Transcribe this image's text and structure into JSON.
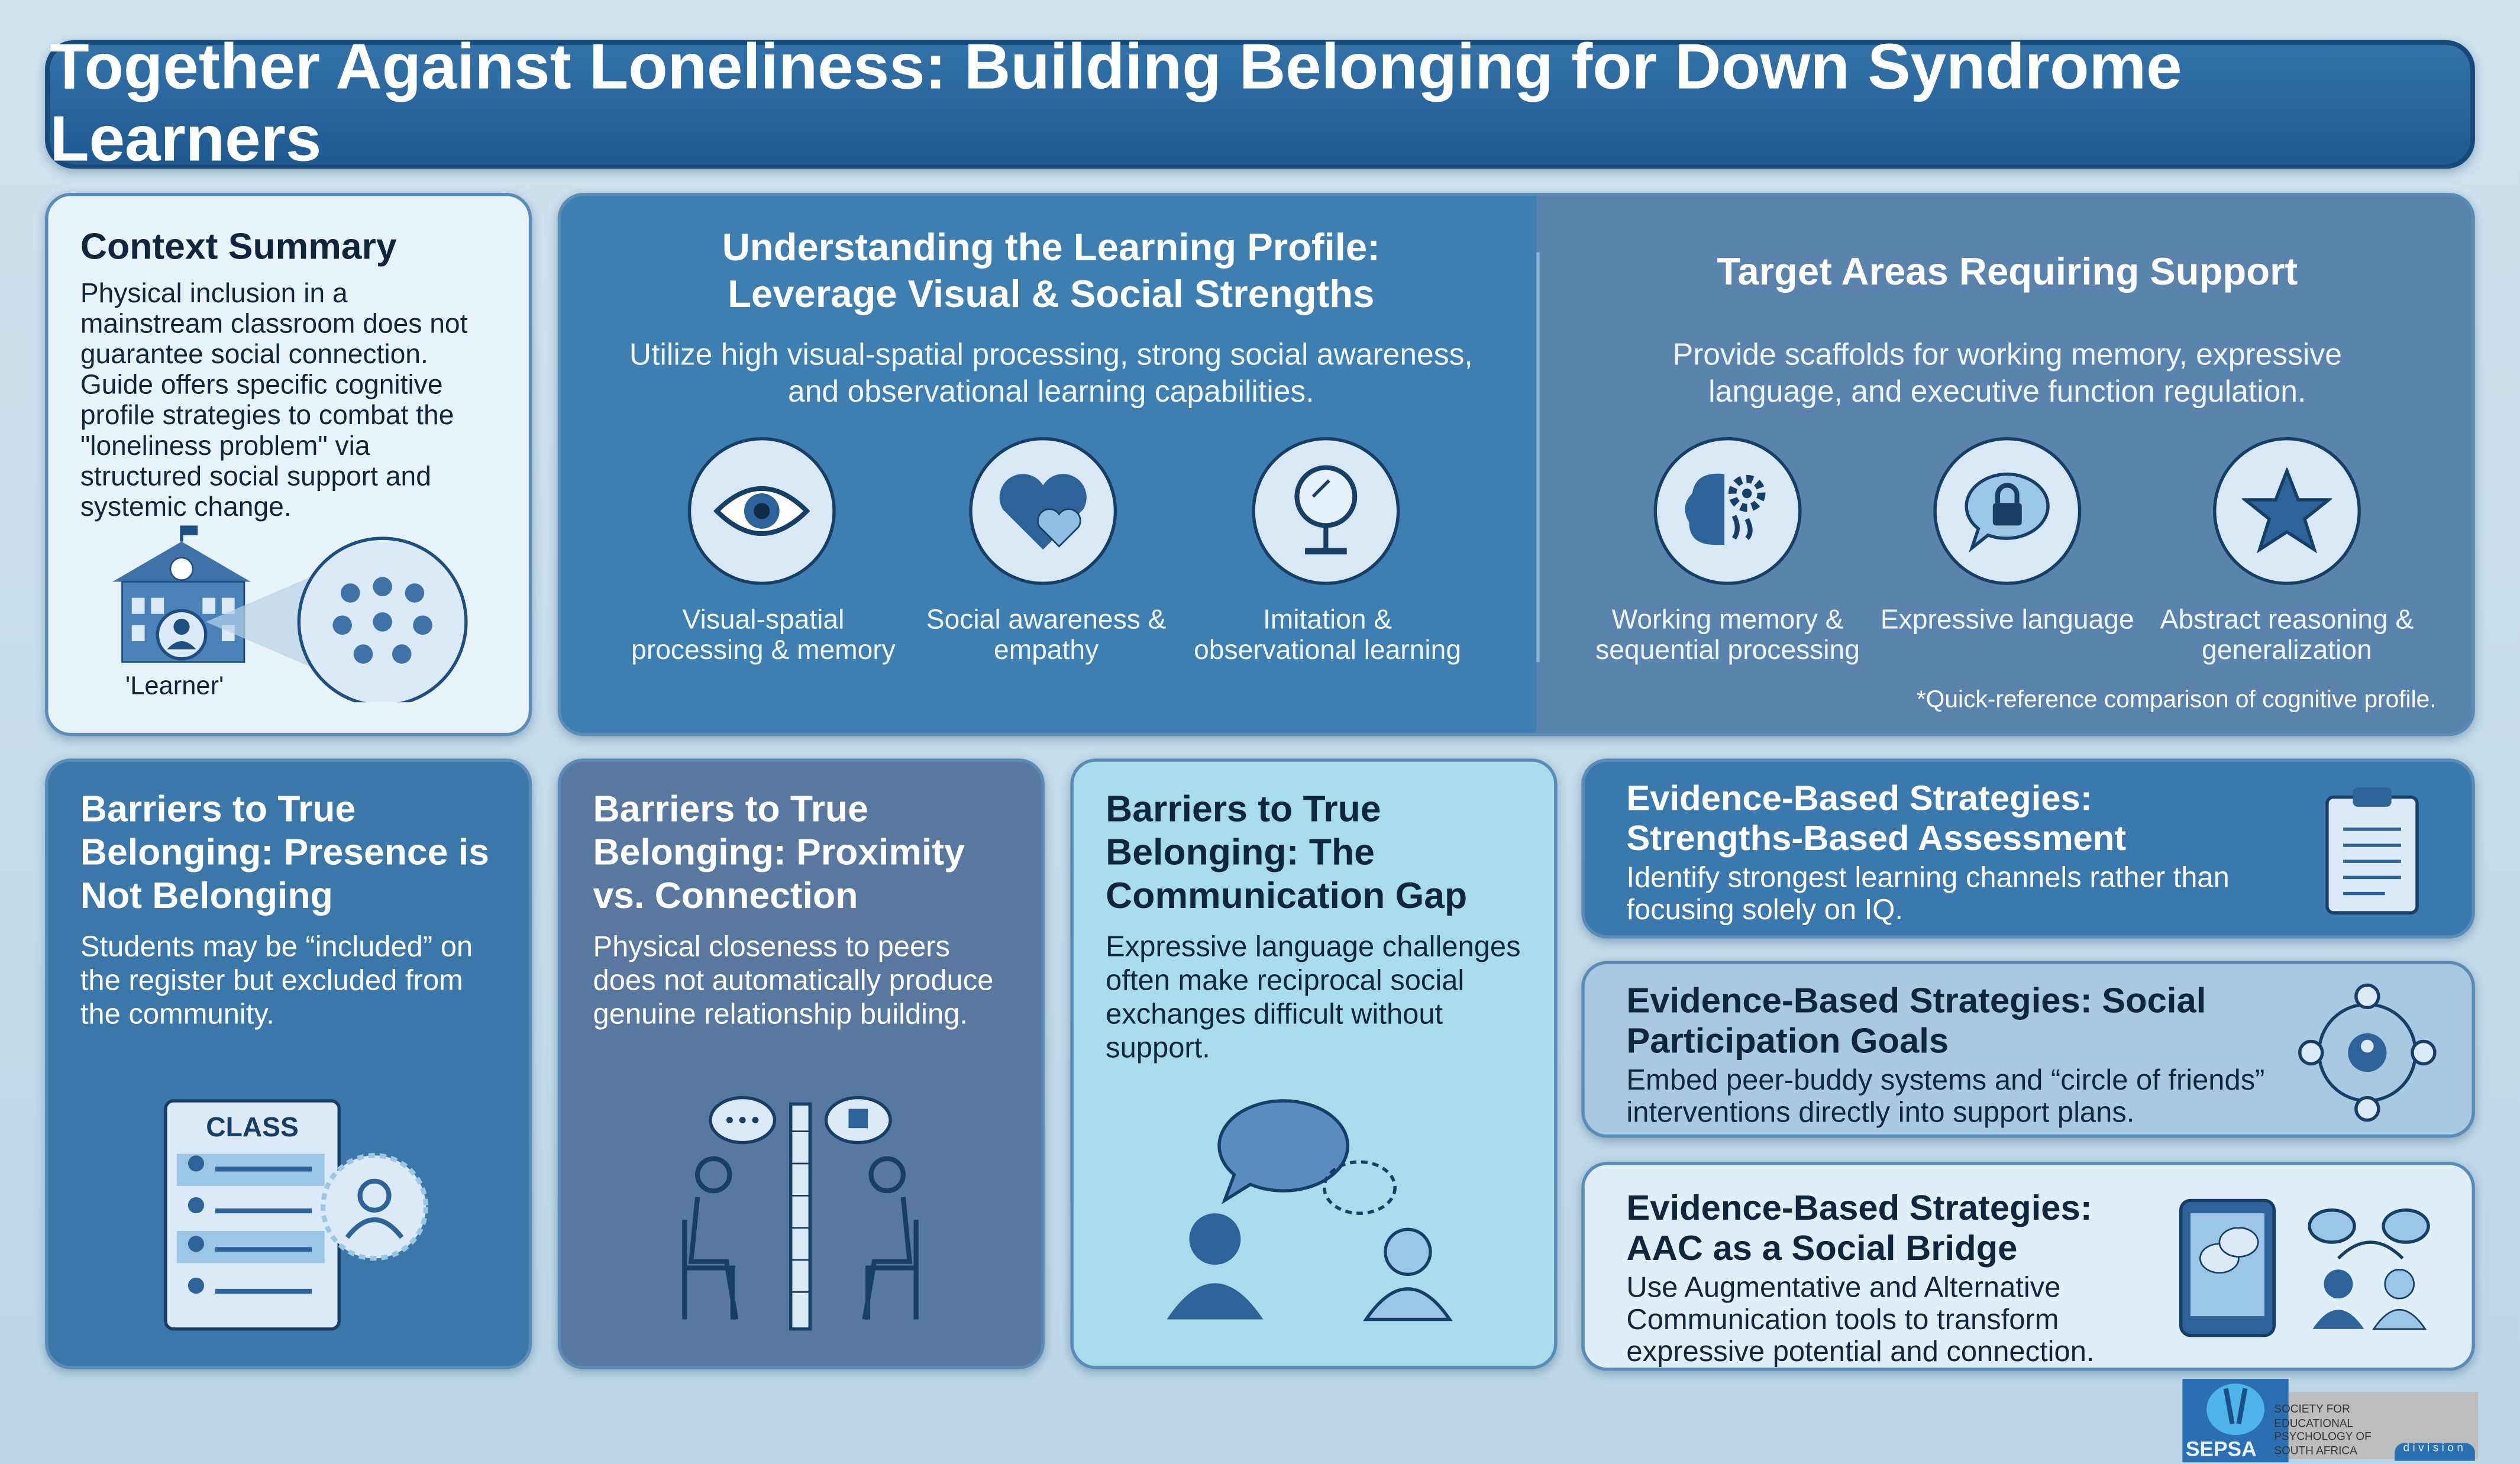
{
  "title": "Together Against Loneliness: Building Belonging for Down Syndrome Learners",
  "context": {
    "heading": "Context Summary",
    "body": "Physical inclusion in a mainstream classroom does not guarantee social connection. Guide offers specific cognitive profile strategies to combat the \"loneliness problem\" via structured social support and systemic change.",
    "learner_label": "'Learner'"
  },
  "profile": {
    "heading": "Understanding the Learning Profile: Leverage Visual & Social Strengths",
    "subtitle": "Utilize high visual-spatial processing, strong social awareness, and observational learning capabilities.",
    "items": [
      {
        "icon": "eye-icon",
        "label": "Visual-spatial processing & memory"
      },
      {
        "icon": "heart-icon",
        "label": "Social awareness & empathy"
      },
      {
        "icon": "mirror-icon",
        "label": "Imitation & observational learning"
      }
    ]
  },
  "targets": {
    "heading": "Target Areas Requiring Support",
    "subtitle": "Provide scaffolds for working memory, expressive language, and executive function regulation.",
    "items": [
      {
        "icon": "brain-gear-icon",
        "label": "Working memory & sequential processing"
      },
      {
        "icon": "speech-lock-icon",
        "label": "Expressive language"
      },
      {
        "icon": "star-icon",
        "label": "Abstract reasoning & generalization"
      }
    ],
    "footnote": "*Quick-reference comparison of cognitive profile."
  },
  "barriers": [
    {
      "heading": "Barriers to True Belonging: Presence is Not Belonging",
      "body": "Students may be “included” on the register but excluded from the community.",
      "class_label": "CLASS"
    },
    {
      "heading": "Barriers to True Belonging: Proximity vs. Connection",
      "body": "Physical closeness to peers does not automatically produce genuine relationship building."
    },
    {
      "heading": "Barriers to True Belonging: The Communication Gap",
      "body": "Expressive language challenges often make reciprocal social exchanges difficult without support."
    }
  ],
  "strategies": [
    {
      "heading": "Evidence-Based Strategies: Strengths-Based Assessment",
      "body": "Identify strongest learning channels rather than focusing solely on IQ.",
      "icon": "clipboard-icon"
    },
    {
      "heading": "Evidence-Based Strategies: Social Participation Goals",
      "body": "Embed peer-buddy systems and “circle of friends” interventions directly into support plans.",
      "icon": "network-icon"
    },
    {
      "heading": "Evidence-Based Strategies: AAC as a Social Bridge",
      "body": "Use Augmentative and Alternative Communication tools to transform expressive potential and connection.",
      "icon": "tablet-chat-icon"
    }
  ],
  "logo": {
    "acronym": "SEPSA",
    "name": "SOCIETY FOR EDUCATIONAL PSYCHOLOGY OF SOUTH AFRICA",
    "tag": "division"
  },
  "colors": {
    "title": "#1f5a91",
    "panel": "#3f7eb0",
    "target": "#5a84ae",
    "light": "#e8f2f9"
  }
}
